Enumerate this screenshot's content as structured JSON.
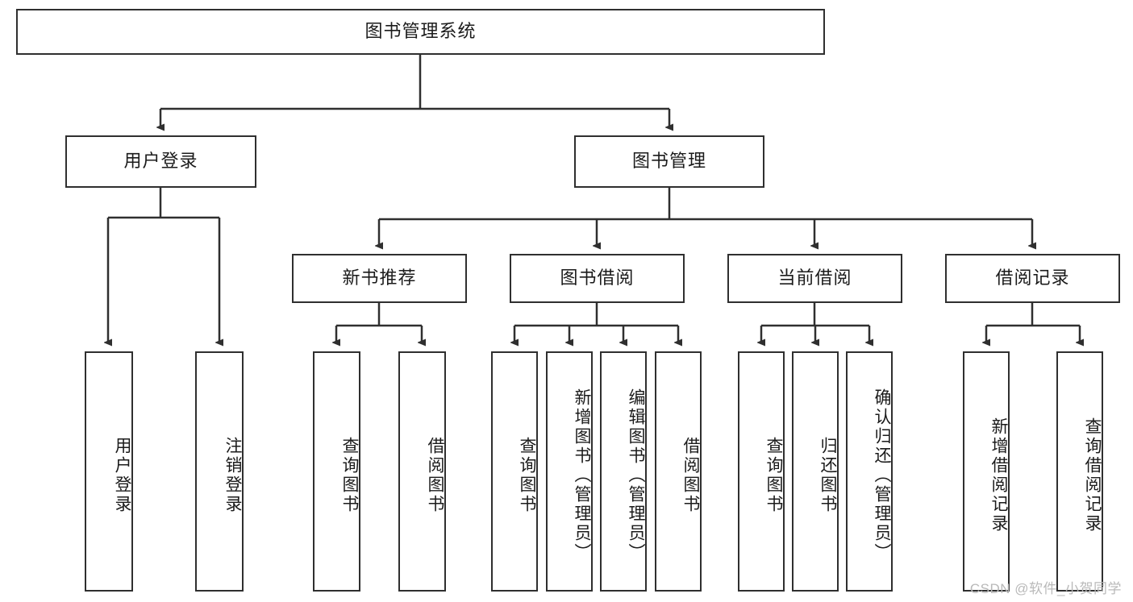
{
  "diagram": {
    "type": "tree",
    "title": "图书管理系统",
    "root": {
      "label": "图书管理系统"
    },
    "level2": [
      {
        "label": "用户登录"
      },
      {
        "label": "图书管理"
      }
    ],
    "level3": [
      {
        "label": "新书推荐"
      },
      {
        "label": "图书借阅"
      },
      {
        "label": "当前借阅"
      },
      {
        "label": "借阅记录"
      }
    ],
    "leaves": {
      "user_login": [
        {
          "label": "用户登录"
        },
        {
          "label": "注销登录"
        }
      ],
      "new_book_recommend": [
        {
          "label": "查询图书"
        },
        {
          "label": "借阅图书"
        }
      ],
      "book_borrow": [
        {
          "label": "查询图书"
        },
        {
          "label": "新增图书（管理员）"
        },
        {
          "label": "编辑图书（管理员）"
        },
        {
          "label": "借阅图书"
        }
      ],
      "current_borrow": [
        {
          "label": "查询图书"
        },
        {
          "label": "归还图书"
        },
        {
          "label": "确认归还（管理员）"
        }
      ],
      "borrow_record": [
        {
          "label": "新增借阅记录"
        },
        {
          "label": "查询借阅记录"
        }
      ]
    }
  },
  "watermark": {
    "text": "CSDN @软件_小贺同学"
  },
  "colors": {
    "stroke": "#2f2f2f",
    "box_fill": "#ffffff",
    "text": "#1b1b1b",
    "watermark": "#b9b9b9",
    "background": "#ffffff"
  }
}
